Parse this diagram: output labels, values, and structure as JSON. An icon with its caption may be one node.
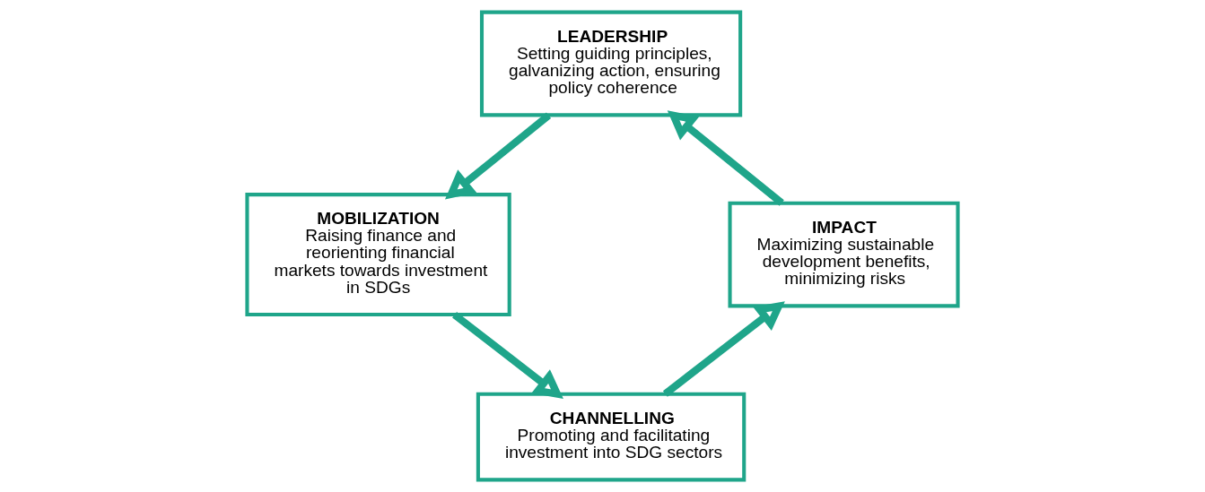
{
  "diagram": {
    "nodes": [
      {
        "text": [
          "LEADERSHIP",
          "Setting guiding principles, galvanizing action, ensuring policy coherence"
        ]
      },
      {
        "text": [
          "IMPACT",
          "Maximizing sustainable development benefits, minimizing risks"
        ]
      },
      {
        "text": [
          "MOBILIZATION",
          "Raising finance and reorienting financial markets towards investment in SDGs"
        ]
      },
      {
        "text": [
          "CHANNELLING",
          "Promoting and facilitating investment into SDG sectors"
        ]
      }
    ],
    "edges": [
      {
        "from": 0,
        "to": 2,
        "arrow": "to"
      },
      {
        "from": 2,
        "to": 3,
        "arrow": "to"
      },
      {
        "from": 3,
        "to": 1,
        "arrow": "to"
      },
      {
        "from": 1,
        "to": 0,
        "arrow": "to"
      }
    ]
  }
}
